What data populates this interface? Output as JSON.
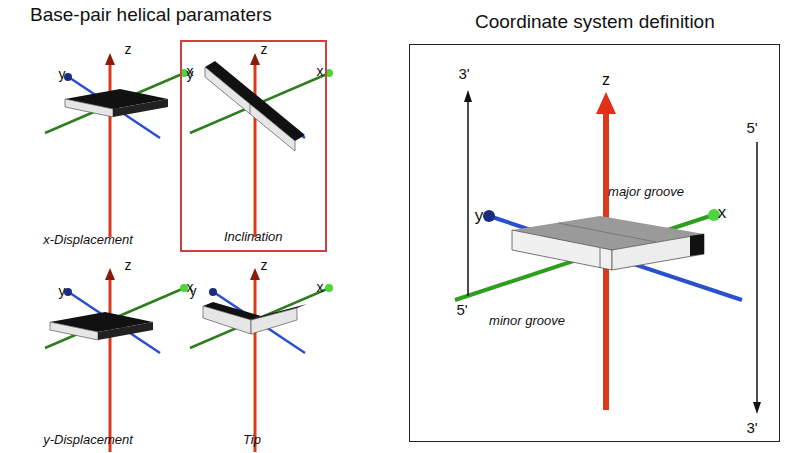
{
  "diagram": {
    "title": "Base-pair helical paramaters",
    "nodes": [
      {
        "text": [
          "Inclination"
        ]
      },
      {
        "text": [
          "Coordinate system definition"
        ]
      }
    ],
    "labels": [
      "z",
      "y",
      "x",
      "x-Displacement",
      "z",
      "y",
      "x",
      "z",
      "y",
      "x",
      "y-Displacement",
      "z",
      "y",
      "x",
      "Tip",
      "z",
      "3'",
      "5'",
      "y",
      "x",
      "major groove",
      "minor groove",
      "5'",
      "3'"
    ]
  }
}
